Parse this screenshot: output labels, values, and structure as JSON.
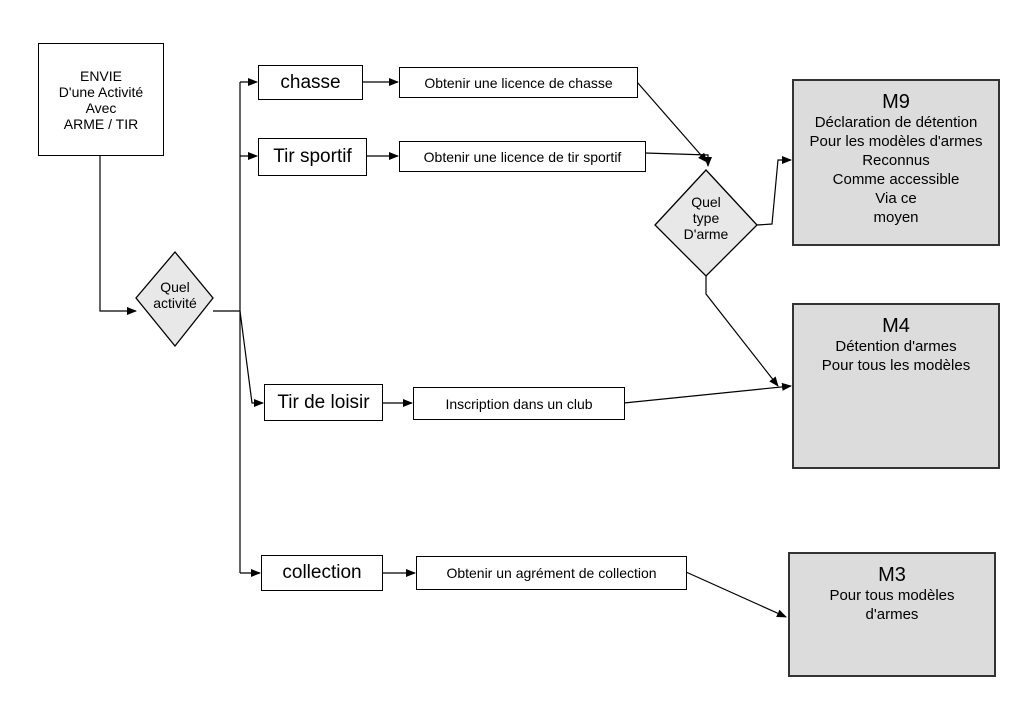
{
  "start": {
    "lines": [
      "ENVIE",
      "D'une Activité",
      "Avec",
      "ARME / TIR"
    ]
  },
  "decision_activity": {
    "lines": [
      "Quel",
      "activité"
    ]
  },
  "decision_weapon": {
    "lines": [
      "Quel",
      "type",
      "D'arme"
    ]
  },
  "activities": [
    {
      "label": "chasse",
      "step": "Obtenir une licence de chasse"
    },
    {
      "label": "Tir sportif",
      "step": "Obtenir une licence de tir sportif"
    },
    {
      "label": "Tir de loisir",
      "step": "Inscription dans un club"
    },
    {
      "label": "collection",
      "step": "Obtenir un agrément de collection"
    }
  ],
  "outcomes": {
    "m9": {
      "title": "M9",
      "lines": [
        "Déclaration de détention",
        "Pour les modèles d'armes",
        "Reconnus",
        "Comme accessible",
        "Via ce",
        "moyen"
      ]
    },
    "m4": {
      "title": "M4",
      "lines": [
        "Détention d'armes",
        "Pour tous les modèles"
      ]
    },
    "m3": {
      "title": "M3",
      "lines": [
        "Pour tous modèles",
        "d'armes"
      ]
    }
  },
  "colors": {
    "outcome_fill": "#dcdcdc",
    "decision_fill": "#e8e8e8",
    "line": "#000000"
  }
}
